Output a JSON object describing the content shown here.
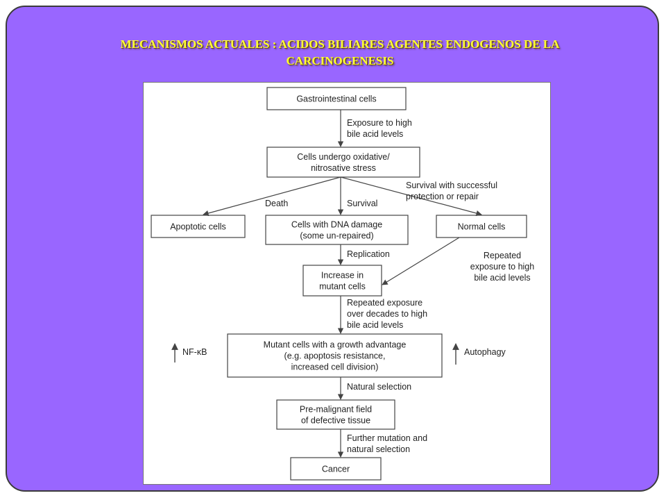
{
  "slide": {
    "title_line1": "MECANISMOS ACTUALES : ACIDOS BILIARES AGENTES ENDOGENOS DE LA",
    "title_line2": "CARCINOGENESIS"
  },
  "diagram": {
    "nodes": {
      "gi_cells": [
        "Gastrointestinal cells"
      ],
      "stress": [
        "Cells undergo oxidative/",
        "nitrosative stress"
      ],
      "apoptotic": [
        "Apoptotic cells"
      ],
      "dna_damage": [
        "Cells with DNA damage",
        "(some un-repaired)"
      ],
      "normal": [
        "Normal cells"
      ],
      "mutant_increase": [
        "Increase in",
        "mutant cells"
      ],
      "growth_advantage": [
        "Mutant cells with a growth advantage",
        "(e.g. apoptosis resistance,",
        "increased cell division)"
      ],
      "premalignant": [
        "Pre-malignant field",
        "of defective tissue"
      ],
      "cancer": [
        "Cancer"
      ]
    },
    "edge_labels": {
      "exposure_high": [
        "Exposure to high",
        "bile acid levels"
      ],
      "death": [
        "Death"
      ],
      "survival": [
        "Survival"
      ],
      "survival_repair": [
        "Survival with successful",
        "protection or repair"
      ],
      "replication": [
        "Replication"
      ],
      "repeated_exposure_normal": [
        "Repeated",
        "exposure to high",
        "bile acid levels"
      ],
      "repeated_decades": [
        "Repeated exposure",
        "over decades to high",
        "bile acid levels"
      ],
      "natural_selection": [
        "Natural selection"
      ],
      "further_mutation": [
        "Further mutation and",
        "natural selection"
      ]
    },
    "side_labels": {
      "nfkb": "NF-κB",
      "autophagy": "Autophagy"
    }
  }
}
